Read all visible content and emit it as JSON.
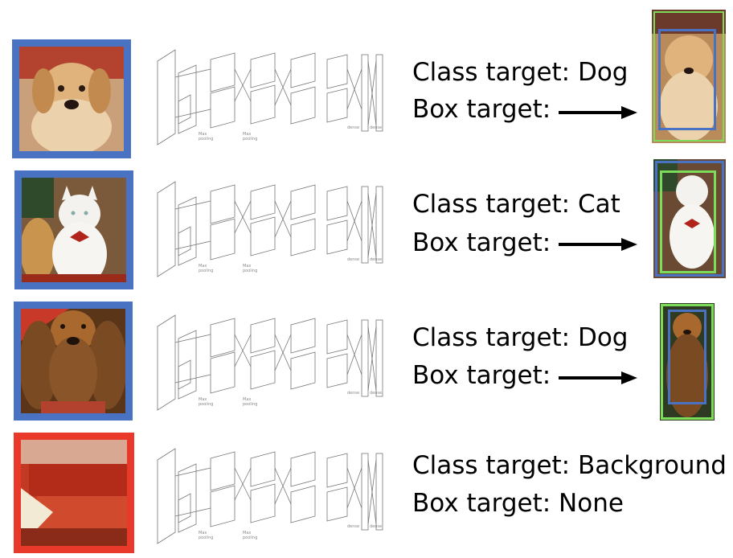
{
  "colors": {
    "positive_border": "#4a72c3",
    "negative_border": "#e8392b",
    "gt_box": "#7cdc5a",
    "proposal_box": "#4a72c3"
  },
  "rows": [
    {
      "class_label": "Class target: Dog",
      "box_label": "Box target:",
      "has_arrow": true,
      "crop": "dog-face"
    },
    {
      "class_label": "Class target: Cat",
      "box_label": "Box target:",
      "has_arrow": true,
      "crop": "white-cat"
    },
    {
      "class_label": "Class target: Dog",
      "box_label": "Box target:",
      "has_arrow": true,
      "crop": "spaniel"
    },
    {
      "class_label": "Class target: Background",
      "box_label": "Box target: None",
      "has_arrow": false,
      "crop": "red-couch"
    }
  ],
  "cnn_icon": "alexnet-architecture-diagram",
  "arrow_icon": "right-arrow-icon"
}
